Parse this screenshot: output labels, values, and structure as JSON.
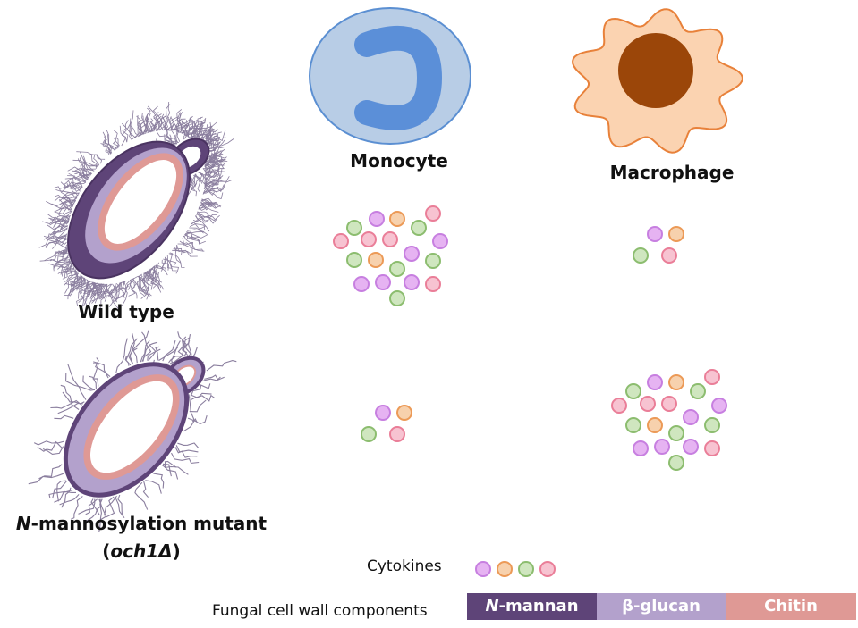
{
  "labels": {
    "monocyte": "Monocyte",
    "macrophage": "Macrophage",
    "wild_type": "Wild type",
    "mutant_prefix": "N",
    "mutant_rest": "-mannosylation mutant",
    "mutant_gene": "och1Δ",
    "cytokines": "Cytokines",
    "cell_wall": "Fungal cell wall components"
  },
  "legend": [
    {
      "label_italic": "N",
      "label_rest": "-mannan",
      "color": "#5e4478"
    },
    {
      "label_italic": "",
      "label_rest": "β-glucan",
      "color": "#b3a1cc"
    },
    {
      "label_italic": "",
      "label_rest": "Chitin",
      "color": "#df9995"
    }
  ],
  "colors": {
    "purple": "#e6b3f2",
    "purple_edge": "#c77fe0",
    "orange": "#f7d1ad",
    "orange_edge": "#ec9a57",
    "green": "#cfe6bf",
    "green_edge": "#8cbd6f",
    "pink": "#f7c3d1",
    "pink_edge": "#ea7e98",
    "monocyte_fill": "#b8cde6",
    "monocyte_edge": "#5b8fd2",
    "monocyte_nucleus": "#5b8fd8",
    "macrophage_fill": "#fbd3b1",
    "macrophage_edge": "#e8813a",
    "macrophage_nucleus": "#9b4609",
    "hair": "#8a7e9e"
  },
  "icons": [
    "monocyte-cell",
    "macrophage-cell",
    "wild-type-yeast",
    "mutant-yeast",
    "cytokine-dot"
  ]
}
